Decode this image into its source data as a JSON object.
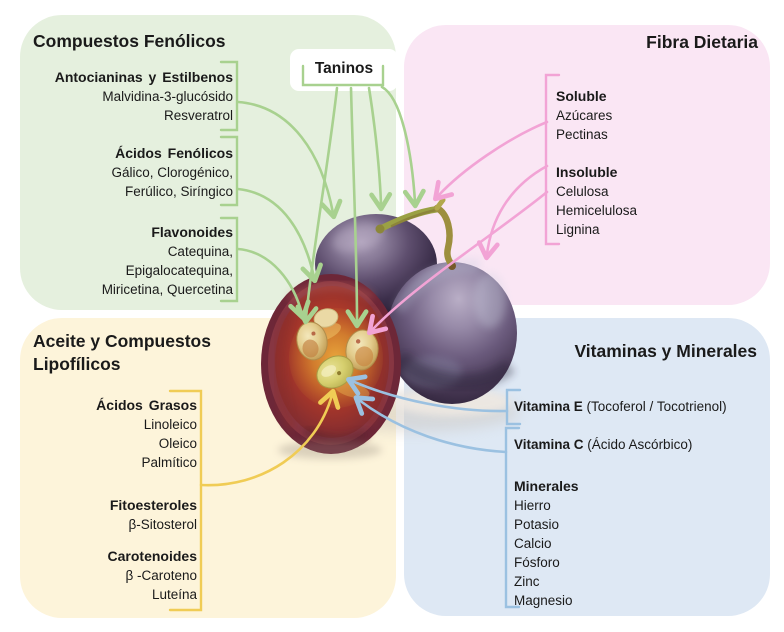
{
  "colors": {
    "green_bg": "#e5f0de",
    "green_accent": "#a8d18f",
    "pink_bg": "#fae6f4",
    "pink_accent": "#f2a3d5",
    "yellow_bg": "#fdf4da",
    "yellow_accent": "#f0cc55",
    "blue_bg": "#dee8f4",
    "blue_accent": "#9bc1e1",
    "text": "#1a1a1a"
  },
  "fenolicos": {
    "title": "Compuestos Fenólicos",
    "sections": [
      {
        "heading": "Antocianinas y Estilbenos",
        "items": [
          "Malvidina-3-glucósido",
          "Resveratrol"
        ]
      },
      {
        "heading": "Ácidos Fenólicos",
        "items": [
          "Gálico, Clorogénico,",
          "Ferúlico, Siríngico"
        ]
      },
      {
        "heading": "Flavonoides",
        "items": [
          "Catequina,",
          "Epigalocatequina,",
          "Miricetina, Quercetina"
        ]
      }
    ]
  },
  "taninos": {
    "label": "Taninos"
  },
  "fibra": {
    "title": "Fibra Dietaria",
    "sections": [
      {
        "heading": "Soluble",
        "items": [
          "Azúcares",
          "Pectinas"
        ]
      },
      {
        "heading": "Insoluble",
        "items": [
          "Celulosa",
          "Hemicelulosa",
          "Lignina"
        ]
      }
    ]
  },
  "aceite": {
    "title_line1": "Aceite y Compuestos",
    "title_line2": "Lipofílicos",
    "sections": [
      {
        "heading": "Ácidos Grasos",
        "items": [
          "Linoleico",
          "Oleico",
          "Palmítico"
        ]
      },
      {
        "heading": "Fitoesteroles",
        "items": [
          "β-Sitosterol"
        ]
      },
      {
        "heading": "Carotenoides",
        "items": [
          "β -Caroteno",
          "Luteína"
        ]
      }
    ]
  },
  "vitaminas": {
    "title": "Vitaminas y Minerales",
    "vitamin_e_bold": "Vitamina E",
    "vitamin_e_rest": " (Tocoferol / Tocotrienol)",
    "vitamin_c_bold": "Vitamina C",
    "vitamin_c_rest": " (Ácido Ascórbico)",
    "minerales_heading": "Minerales",
    "minerales_items": [
      "Hierro",
      "Potasio",
      "Calcio",
      "Fósforo",
      "Zinc",
      "Magnesio"
    ]
  }
}
